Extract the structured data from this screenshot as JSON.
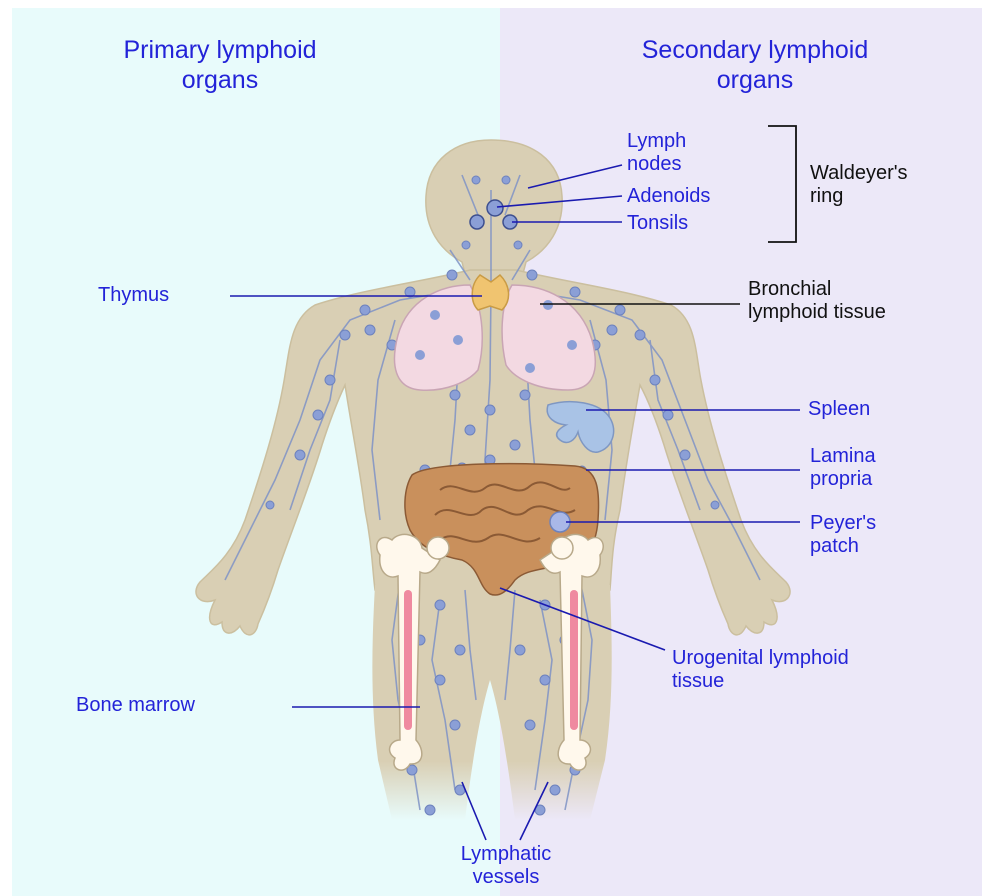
{
  "headers": {
    "primary": "Primary lymphoid\norgans",
    "secondary": "Secondary lymphoid\norgans"
  },
  "labels": {
    "lymph_nodes": "Lymph\nnodes",
    "adenoids": "Adenoids",
    "tonsils": "Tonsils",
    "waldeyers_ring": "Waldeyer's\nring",
    "thymus": "Thymus",
    "bronchial": "Bronchial\nlymphoid tissue",
    "spleen": "Spleen",
    "lamina_propria": "Lamina\npropria",
    "peyers_patch": "Peyer's\npatch",
    "urogenital": "Urogenital lymphoid\ntissue",
    "bone_marrow": "Bone marrow",
    "lymphatic_vessels": "Lymphatic\nvessels"
  },
  "colors": {
    "label_blue": "#2323d8",
    "primary_bg": "#e8fbfb",
    "secondary_bg": "#ece8f8",
    "body_fill": "#d9cfb4",
    "node_fill": "#8b9fd6",
    "vessel_stroke": "#7f93c6",
    "lung_fill": "#f3d9e2",
    "thymus_fill": "#f0c470",
    "spleen_fill": "#a9c3e6",
    "intestine_fill": "#c9905c",
    "marrow_fill": "#ef8aa0"
  }
}
